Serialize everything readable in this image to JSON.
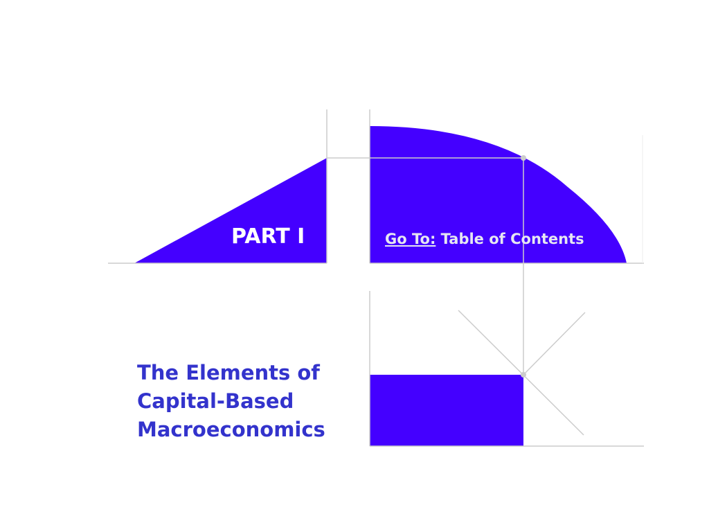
{
  "part_label": "PART I",
  "navigation": {
    "goto_label": "Go To:",
    "goto_target": "Table of Contents"
  },
  "title": {
    "lines": [
      "The Elements of",
      "Capital-Based",
      "Macroeconomics"
    ]
  },
  "colors": {
    "fill": "#4400ff",
    "axis": "#cccccc",
    "title": "#3333cc",
    "part_label": "#ffffff",
    "goto_text": "#e6e6f2"
  }
}
